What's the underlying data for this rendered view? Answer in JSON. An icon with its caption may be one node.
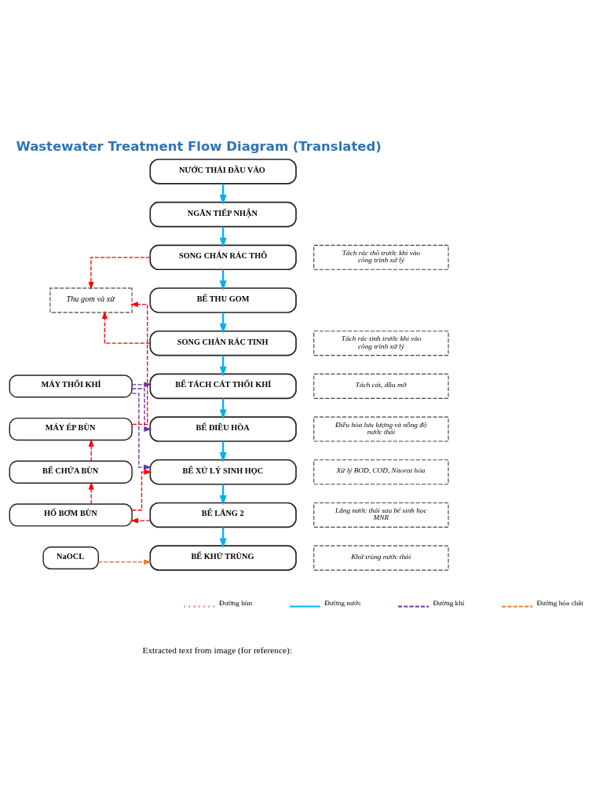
{
  "diagram": {
    "title": "Wastewater Treatment Flow Diagram (Translated)",
    "nodes": [
      {
        "text": [
          "NƯỚC THẢI ĐẦU VÀO"
        ]
      },
      {
        "text": [
          "NGĂN TIẾP NHẬN"
        ]
      },
      {
        "text": [
          "SONG CHẮN RÁC THÔ"
        ]
      },
      {
        "text": [
          "Tách rác thô trước khi vào công trình xử lý"
        ]
      },
      {
        "text": [
          "BỂ THU GOM"
        ]
      },
      {
        "text": [
          "Thu gom và xử"
        ]
      },
      {
        "text": [
          "SONG CHẮN RÁC TINH"
        ]
      },
      {
        "text": [
          "Tách rác tinh trước khi vào công trình xử lý"
        ]
      },
      {
        "text": [
          "MÁY THỔI KHÍ"
        ]
      },
      {
        "text": [
          "BỂ TÁCH CÁT THỔI KHÍ"
        ]
      },
      {
        "text": [
          "Tách cát, dầu mỡ"
        ]
      },
      {
        "text": [
          "MÁY ÉP BÙN"
        ]
      },
      {
        "text": [
          "BỂ ĐIỀU HÒA"
        ]
      },
      {
        "text": [
          "Điều hòa lưu lượng và nồng độ nước thải"
        ]
      },
      {
        "text": [
          "BỂ CHỨA BÙN"
        ]
      },
      {
        "text": [
          "BỂ XỬ LÝ SINH HỌC"
        ]
      },
      {
        "text": [
          "Xử lý BOD, COD, Nitorat hóa"
        ]
      },
      {
        "text": [
          "HỐ BƠM BÙN"
        ]
      },
      {
        "text": [
          "BỂ LẮNG 2"
        ]
      },
      {
        "text": [
          "Lắng nước thải sau bể sinh học MNR"
        ]
      },
      {
        "text": [
          "NaOCL"
        ]
      },
      {
        "text": [
          "BỂ KHỬ TRÙNG"
        ]
      },
      {
        "text": [
          "Khử trùng nước thải"
        ]
      }
    ],
    "edges": [
      {
        "from": 0,
        "to": 1,
        "arrow": "to"
      },
      {
        "from": 1,
        "to": 2,
        "arrow": "to"
      },
      {
        "from": 2,
        "to": 4,
        "arrow": "to"
      },
      {
        "from": 4,
        "to": 6,
        "arrow": "to"
      },
      {
        "from": 6,
        "to": 9,
        "arrow": "to"
      },
      {
        "from": 9,
        "to": 12,
        "arrow": "to"
      },
      {
        "from": 12,
        "to": 15,
        "arrow": "to"
      },
      {
        "from": 15,
        "to": 18,
        "arrow": "to"
      },
      {
        "from": 18,
        "to": 21,
        "arrow": "to"
      },
      {
        "from": 2,
        "to": 5,
        "arrow": "to",
        "style": "dashed",
        "color": "#ff0000"
      },
      {
        "from": 6,
        "to": 5,
        "arrow": "to",
        "style": "dashed",
        "color": "#ff0000"
      },
      {
        "from": 11,
        "to": 5,
        "arrow": "to",
        "style": "dashed",
        "color": "#ff0000"
      },
      {
        "from": 14,
        "to": 11,
        "arrow": "to",
        "style": "dashed",
        "color": "#ff0000"
      },
      {
        "from": 17,
        "to": 14,
        "arrow": "to",
        "style": "dashed",
        "color": "#ff0000"
      },
      {
        "from": 17,
        "to": 15,
        "arrow": "to",
        "style": "dashed",
        "color": "#ff0000"
      },
      {
        "from": 18,
        "to": 17,
        "arrow": "to",
        "style": "dashed",
        "color": "#ff0000"
      },
      {
        "from": 8,
        "to": 9,
        "arrow": "to",
        "style": "dashed",
        "color": "#7030a0"
      },
      {
        "from": 8,
        "to": 12,
        "arrow": "to",
        "style": "dashed",
        "color": "#7030a0"
      },
      {
        "from": 8,
        "to": 15,
        "arrow": "to",
        "style": "dashed",
        "color": "#7030a0"
      },
      {
        "from": 20,
        "to": 21,
        "arrow": "to",
        "style": "dashed",
        "color": "#ed7d31"
      }
    ],
    "labels": [
      "Extracted text from image (for reference):"
    ],
    "legend": [
      {
        "text": "Đường bùn"
      },
      {
        "text": "Đường nước"
      },
      {
        "text": "Đường khí"
      },
      {
        "text": "Đường hóa chất"
      }
    ]
  }
}
